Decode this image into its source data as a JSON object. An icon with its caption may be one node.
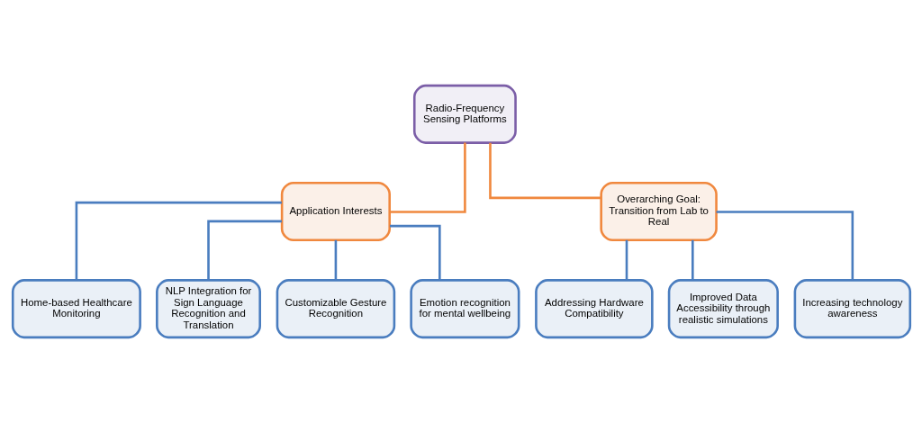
{
  "diagram": {
    "nodes": [
      {
        "text": [
          "Radio-Frequency Sensing Platforms"
        ]
      },
      {
        "text": [
          "Application Interests"
        ]
      },
      {
        "text": [
          "Overarching Goal: Transition from Lab to Real"
        ]
      },
      {
        "text": [
          "Home-based Healthcare Monitoring"
        ]
      },
      {
        "text": [
          "NLP Integration for Sign Language Recognition and Translation"
        ]
      },
      {
        "text": [
          "Customizable Gesture Recognition"
        ]
      },
      {
        "text": [
          "Emotion recognition for mental wellbeing"
        ]
      },
      {
        "text": [
          "Addressing Hardware Compatibility"
        ]
      },
      {
        "text": [
          "Improved Data Accessibility through realistic simulations"
        ]
      },
      {
        "text": [
          "Increasing technology awareness"
        ]
      }
    ],
    "edges": [
      {
        "from": 0,
        "to": 1,
        "arrow": "none",
        "color": "#f0883e"
      },
      {
        "from": 0,
        "to": 2,
        "arrow": "none",
        "color": "#f0883e"
      },
      {
        "from": 1,
        "to": 3,
        "arrow": "none"
      },
      {
        "from": 1,
        "to": 4,
        "arrow": "none"
      },
      {
        "from": 1,
        "to": 5,
        "arrow": "none"
      },
      {
        "from": 1,
        "to": 6,
        "arrow": "none"
      },
      {
        "from": 2,
        "to": 7,
        "arrow": "none"
      },
      {
        "from": 2,
        "to": 8,
        "arrow": "none"
      },
      {
        "from": 2,
        "to": 9,
        "arrow": "none"
      }
    ]
  }
}
